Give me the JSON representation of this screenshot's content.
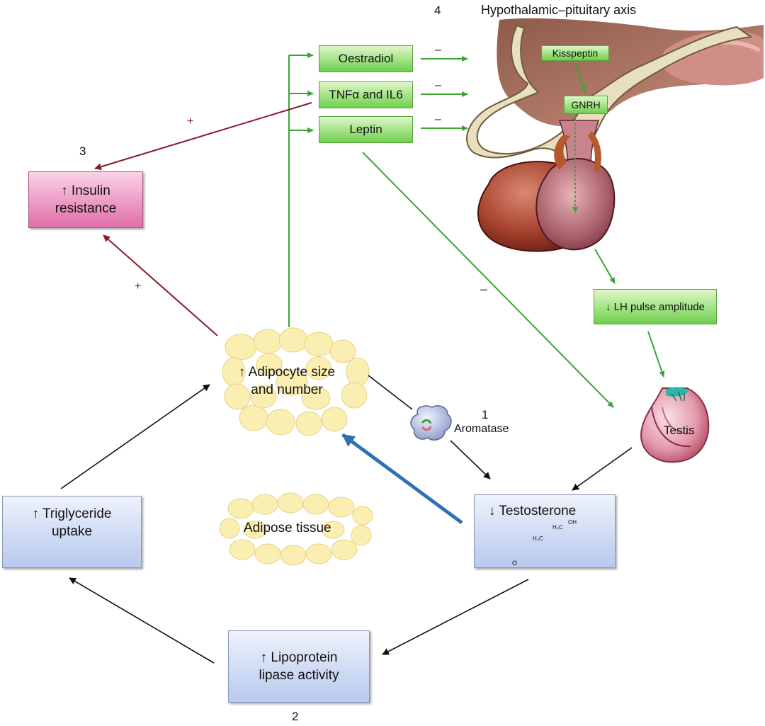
{
  "header": {
    "step_number": "4",
    "title": "Hypothalamic–pituitary axis"
  },
  "hormones": [
    {
      "label": "Oestradiol",
      "effect": "–"
    },
    {
      "label": "TNFα and IL6",
      "effect": "–"
    },
    {
      "label": "Leptin",
      "effect": "–"
    }
  ],
  "hypothalamus": {
    "kisspeptin": "Kisspeptin",
    "gnrh": "GNRH"
  },
  "lh": {
    "label": "↓ LH pulse amplitude"
  },
  "testis": {
    "label": "Testis"
  },
  "insulin": {
    "step_number": "3",
    "label": "↑ Insulin resistance",
    "plus_from_cytokines": "+",
    "plus_from_adipocytes": "+"
  },
  "adipocyte": {
    "label": "↑ Adipocyte size and number"
  },
  "aromatase": {
    "step_number": "1",
    "label": "Aromatase"
  },
  "leptin_to_testis_effect": "–",
  "testosterone": {
    "label": "↓ Testosterone",
    "steroid_labels": {
      "methyl_top": "H₃C",
      "methyl_left": "H₃C",
      "oh": "OH",
      "keto": "O"
    }
  },
  "adipose": {
    "label": "Adipose tissue"
  },
  "triglyceride": {
    "label": "↑ Triglyceride uptake"
  },
  "lipoprotein": {
    "step_number": "2",
    "label": "↑ Lipoprotein lipase activity"
  },
  "colors": {
    "green_arrow": "#3aa535",
    "dark_red_arrow": "#8b1a2a",
    "blue_arrow": "#2f6fb5",
    "black_arrow": "#111111",
    "fat_cell": "#fbeeb1"
  }
}
